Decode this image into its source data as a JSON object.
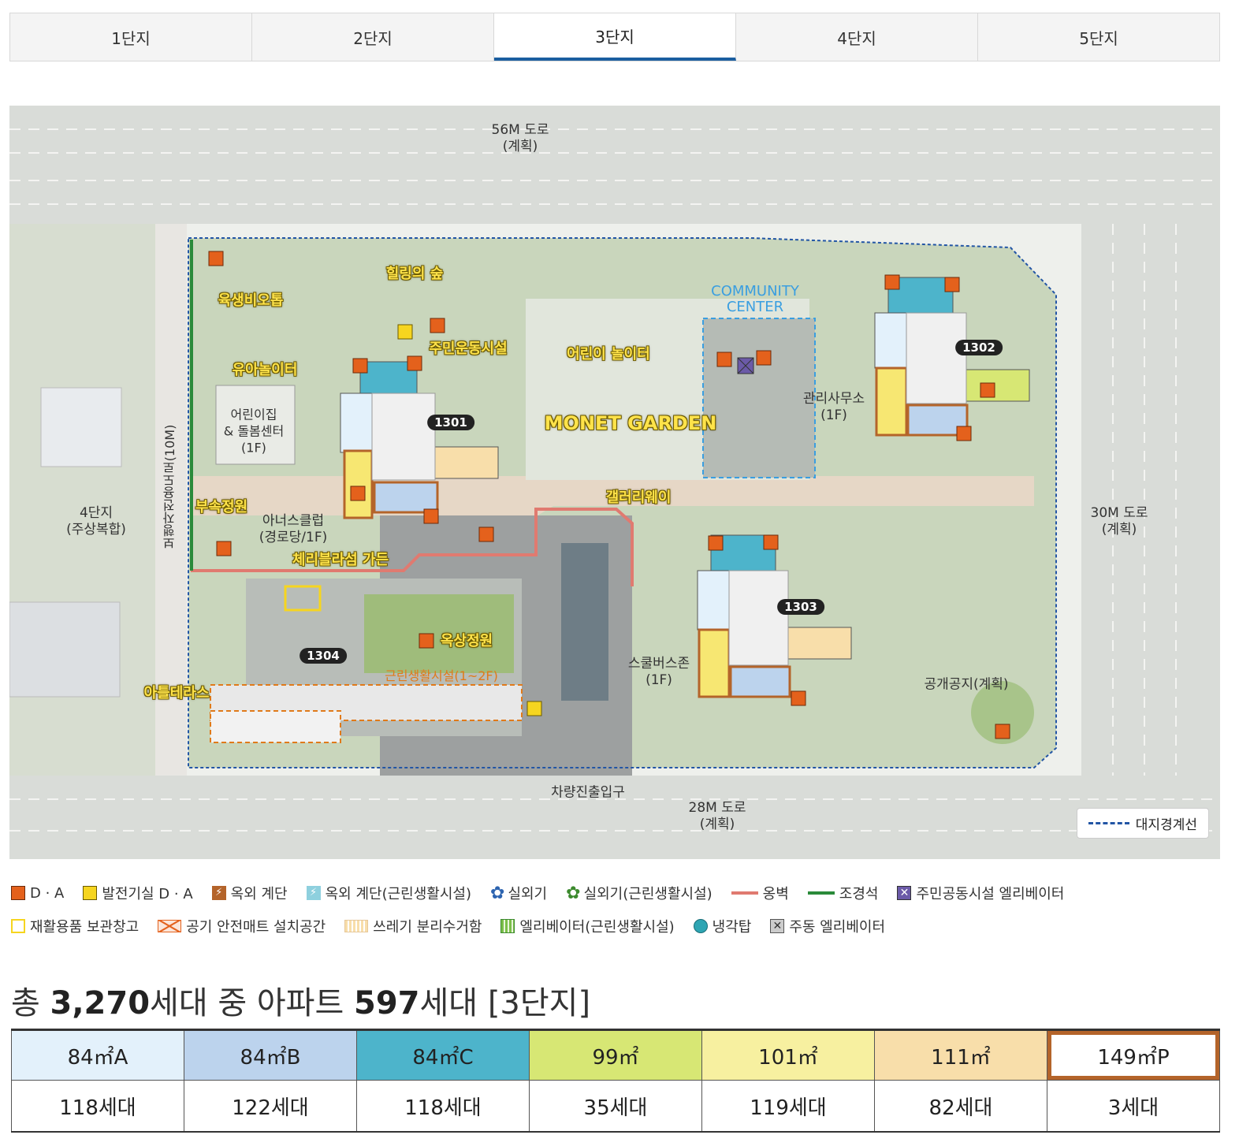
{
  "tabs": [
    {
      "label": "1단지",
      "active": false
    },
    {
      "label": "2단지",
      "active": false
    },
    {
      "label": "3단지",
      "active": true
    },
    {
      "label": "4단지",
      "active": false
    },
    {
      "label": "5단지",
      "active": false
    }
  ],
  "map": {
    "roads": {
      "north": "56M 도로\n(계획)",
      "south": "28M 도로\n(계획)",
      "east": "30M 도로\n(계획)",
      "west": "보행자전용도로(10M)"
    },
    "labels": {
      "district4": "4단지\n(주상복합)",
      "daycare": "어린이집\n& 돌봄센터\n(1F)",
      "senior": "아너스클럽\n(경로당/1F)",
      "office": "관리사무소\n(1F)",
      "bus": "스쿨버스존\n(1F)",
      "open_space": "공개공지(계획)",
      "entrance": "차량진출입구",
      "community": "COMMUNITY\nCENTER",
      "retail": "근린생활시설(1~2F)"
    },
    "yellow_labels": {
      "forest": "힐링의 숲",
      "biotope": "육생비오톱",
      "toddler": "유아놀이터",
      "fitness": "주민운동시설",
      "playground": "어린이 놀이터",
      "monet": "MONET GARDEN",
      "gallery": "갤러리웨이",
      "side_garden": "부속정원",
      "cherry": "체리블라섬 가든",
      "rooftop": "옥상정원",
      "terrace": "아틀테라스"
    },
    "buildings": [
      "1301",
      "1302",
      "1303",
      "1304"
    ],
    "boundary_legend": "대지경계선"
  },
  "legend": {
    "row1": [
      {
        "label": "D · A",
        "icon": "orange-square"
      },
      {
        "label": "발전기실 D · A",
        "icon": "yellow-square"
      },
      {
        "label": "옥외 계단",
        "icon": "stair-brown"
      },
      {
        "label": "옥외 계단(근린생활시설)",
        "icon": "stair-blue"
      },
      {
        "label": "실외기",
        "icon": "fan-blue"
      },
      {
        "label": "실외기(근린생활시설)",
        "icon": "fan-green"
      },
      {
        "label": "옹벽",
        "icon": "red-line"
      },
      {
        "label": "조경석",
        "icon": "green-line"
      },
      {
        "label": "주민공동시설 엘리베이터",
        "icon": "purple-box"
      }
    ],
    "row2": [
      {
        "label": "재활용품 보관창고",
        "icon": "yellow-outline"
      },
      {
        "label": "공기 안전매트 설치공간",
        "icon": "mat-orange"
      },
      {
        "label": "쓰레기 분리수거함",
        "icon": "bin-beige"
      },
      {
        "label": "엘리베이터(근린생활시설)",
        "icon": "elevator-green"
      },
      {
        "label": "냉각탑",
        "icon": "teal-circle"
      },
      {
        "label": "주동 엘리베이터",
        "icon": "gray-x-box"
      }
    ],
    "colors": {
      "orange": "#e4611c",
      "yellow": "#f6d51f",
      "brown": "#b4642a",
      "blue_fan": "#2d64b0",
      "green_fan": "#3c8a2e",
      "retaining_wall": "#e07a70",
      "landscape_stone": "#2a8a3a",
      "purple": "#6b5aa8",
      "teal": "#2ea5b3"
    }
  },
  "summary": {
    "prefix": "총 ",
    "total": "3,270",
    "mid": "세대 중 아파트 ",
    "apt": "597",
    "suffix": "세대 [3단지]"
  },
  "units": [
    {
      "type": "84㎡A",
      "count": "118세대",
      "color": "#e3f1fb"
    },
    {
      "type": "84㎡B",
      "count": "122세대",
      "color": "#bcd3ed"
    },
    {
      "type": "84㎡C",
      "count": "118세대",
      "color": "#4db4cb"
    },
    {
      "type": "99㎡",
      "count": "35세대",
      "color": "#d7e774"
    },
    {
      "type": "101㎡",
      "count": "119세대",
      "color": "#f7f0a0"
    },
    {
      "type": "111㎡",
      "count": "82세대",
      "color": "#f8deaa"
    },
    {
      "type": "149㎡P",
      "count": "3세대",
      "color": "#ffffff"
    }
  ]
}
